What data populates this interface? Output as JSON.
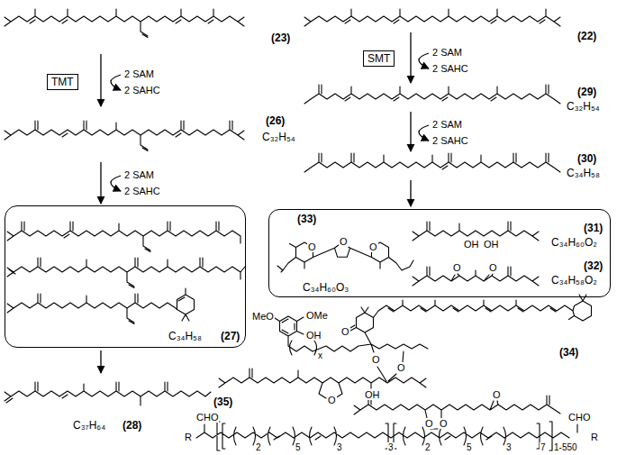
{
  "diagram": {
    "nodes": [
      {
        "text": [
          "TMT"
        ]
      },
      {
        "text": [
          "SMT"
        ]
      },
      {
        "text": [
          "C₃₄H₅₈",
          "(27)"
        ]
      },
      {
        "text": [
          "(33)",
          "C₃₄H₆₀O₃",
          "(31)",
          "C₃₄H₆₀O₂",
          "(32)",
          "C₃₄H₅₈O₂"
        ]
      }
    ],
    "labels": [
      "(23)",
      "2 SAM",
      "2 SAHC",
      "(26)",
      "C₃₂H₅₄",
      "2 SAM",
      "2 SAHC",
      "C₃₇H₆₄",
      "(28)",
      "(22)",
      "2 SAM",
      "2 SAHC",
      "(29)",
      "C₃₂H₅₄",
      "2 SAM",
      "2 SAHC",
      "(30)",
      "C₃₄H₅₈",
      "(34)",
      "MeO",
      "OMe",
      "OH",
      "O",
      "x",
      "O",
      "O",
      "O",
      "OH",
      "(35)",
      "R",
      "CHO",
      "2",
      "5",
      "3",
      "3",
      "2",
      "5",
      "3",
      "7",
      "CHO",
      "R",
      "1-550",
      "O",
      "O",
      "O",
      "OH",
      "OH",
      "O",
      "O",
      "O",
      "O",
      "O"
    ]
  }
}
